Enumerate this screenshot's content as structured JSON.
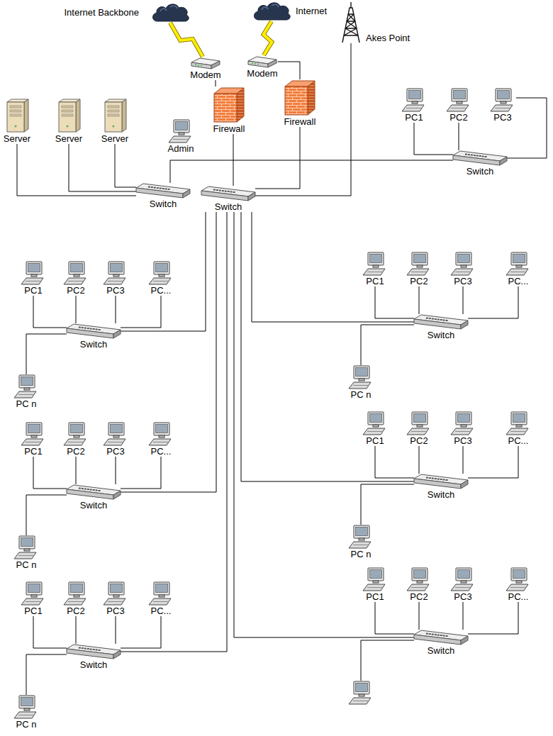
{
  "diagram": {
    "nodes": [
      {
        "text": [
          "Internet Backbone"
        ]
      },
      {
        "text": [
          "Internet"
        ]
      },
      {
        "text": [
          "Akes Point"
        ]
      },
      {
        "text": [
          "Modem"
        ]
      },
      {
        "text": [
          "Modem"
        ]
      },
      {
        "text": [
          "Firewall"
        ]
      },
      {
        "text": [
          "Firewall"
        ]
      },
      {
        "text": [
          "Admin"
        ]
      },
      {
        "text": [
          "Server"
        ]
      },
      {
        "text": [
          "Server"
        ]
      },
      {
        "text": [
          "Server"
        ]
      },
      {
        "text": [
          "Switch"
        ]
      },
      {
        "text": [
          "Switch"
        ]
      },
      {
        "text": [
          "PC1"
        ]
      },
      {
        "text": [
          "PC2"
        ]
      },
      {
        "text": [
          "PC3"
        ]
      },
      {
        "text": [
          "Switch"
        ]
      },
      {
        "text": [
          "PC1"
        ]
      },
      {
        "text": [
          "PC2"
        ]
      },
      {
        "text": [
          "PC3"
        ]
      },
      {
        "text": [
          "PC..."
        ]
      },
      {
        "text": [
          "Switch"
        ]
      },
      {
        "text": [
          "PC n"
        ]
      },
      {
        "text": [
          "PC1"
        ]
      },
      {
        "text": [
          "PC2"
        ]
      },
      {
        "text": [
          "PC3"
        ]
      },
      {
        "text": [
          "PC..."
        ]
      },
      {
        "text": [
          "Switch"
        ]
      },
      {
        "text": [
          "PC n"
        ]
      },
      {
        "text": [
          "PC1"
        ]
      },
      {
        "text": [
          "PC2"
        ]
      },
      {
        "text": [
          "PC3"
        ]
      },
      {
        "text": [
          "PC..."
        ]
      },
      {
        "text": [
          "Switch"
        ]
      },
      {
        "text": [
          "PC n"
        ]
      },
      {
        "text": [
          "PC1"
        ]
      },
      {
        "text": [
          "PC2"
        ]
      },
      {
        "text": [
          "PC3"
        ]
      },
      {
        "text": [
          "PC..."
        ]
      },
      {
        "text": [
          "Switch"
        ]
      },
      {
        "text": [
          "PC n"
        ]
      },
      {
        "text": [
          "PC1"
        ]
      },
      {
        "text": [
          "PC2"
        ]
      },
      {
        "text": [
          "PC3"
        ]
      },
      {
        "text": [
          "PC..."
        ]
      },
      {
        "text": [
          "Switch"
        ]
      },
      {
        "text": [
          "PC n"
        ]
      },
      {
        "text": [
          "PC1"
        ]
      },
      {
        "text": [
          "PC2"
        ]
      },
      {
        "text": [
          "PC3"
        ]
      },
      {
        "text": [
          "PC..."
        ]
      },
      {
        "text": [
          "Switch"
        ]
      }
    ],
    "edges": [
      {
        "from": 0,
        "to": 3,
        "arrow": "none"
      },
      {
        "from": 1,
        "to": 4,
        "arrow": "none"
      },
      {
        "from": 3,
        "to": 5,
        "arrow": "none"
      },
      {
        "from": 4,
        "to": 6,
        "arrow": "none"
      },
      {
        "from": 5,
        "to": 12,
        "arrow": "none"
      },
      {
        "from": 6,
        "to": 12,
        "arrow": "none"
      },
      {
        "from": 2,
        "to": 12,
        "arrow": "none"
      },
      {
        "from": 8,
        "to": 11,
        "arrow": "none"
      },
      {
        "from": 9,
        "to": 11,
        "arrow": "none"
      },
      {
        "from": 10,
        "to": 11,
        "arrow": "none"
      },
      {
        "from": 11,
        "to": 16,
        "arrow": "none"
      },
      {
        "from": 13,
        "to": 16,
        "arrow": "none"
      },
      {
        "from": 14,
        "to": 16,
        "arrow": "none"
      },
      {
        "from": 15,
        "to": 16,
        "arrow": "none"
      },
      {
        "from": 17,
        "to": 21,
        "arrow": "none"
      },
      {
        "from": 18,
        "to": 21,
        "arrow": "none"
      },
      {
        "from": 19,
        "to": 21,
        "arrow": "none"
      },
      {
        "from": 20,
        "to": 21,
        "arrow": "none"
      },
      {
        "from": 22,
        "to": 21,
        "arrow": "none"
      },
      {
        "from": 12,
        "to": 21,
        "arrow": "none"
      },
      {
        "from": 23,
        "to": 27,
        "arrow": "none"
      },
      {
        "from": 24,
        "to": 27,
        "arrow": "none"
      },
      {
        "from": 25,
        "to": 27,
        "arrow": "none"
      },
      {
        "from": 26,
        "to": 27,
        "arrow": "none"
      },
      {
        "from": 28,
        "to": 27,
        "arrow": "none"
      },
      {
        "from": 12,
        "to": 27,
        "arrow": "none"
      },
      {
        "from": 29,
        "to": 33,
        "arrow": "none"
      },
      {
        "from": 30,
        "to": 33,
        "arrow": "none"
      },
      {
        "from": 31,
        "to": 33,
        "arrow": "none"
      },
      {
        "from": 32,
        "to": 33,
        "arrow": "none"
      },
      {
        "from": 34,
        "to": 33,
        "arrow": "none"
      },
      {
        "from": 12,
        "to": 33,
        "arrow": "none"
      },
      {
        "from": 35,
        "to": 39,
        "arrow": "none"
      },
      {
        "from": 36,
        "to": 39,
        "arrow": "none"
      },
      {
        "from": 37,
        "to": 39,
        "arrow": "none"
      },
      {
        "from": 38,
        "to": 39,
        "arrow": "none"
      },
      {
        "from": 40,
        "to": 39,
        "arrow": "none"
      },
      {
        "from": 12,
        "to": 39,
        "arrow": "none"
      },
      {
        "from": 41,
        "to": 45,
        "arrow": "none"
      },
      {
        "from": 42,
        "to": 45,
        "arrow": "none"
      },
      {
        "from": 43,
        "to": 45,
        "arrow": "none"
      },
      {
        "from": 44,
        "to": 45,
        "arrow": "none"
      },
      {
        "from": 46,
        "to": 45,
        "arrow": "none"
      },
      {
        "from": 12,
        "to": 45,
        "arrow": "none"
      },
      {
        "from": 47,
        "to": 51,
        "arrow": "none"
      },
      {
        "from": 48,
        "to": 51,
        "arrow": "none"
      },
      {
        "from": 49,
        "to": 51,
        "arrow": "none"
      },
      {
        "from": 50,
        "to": 51,
        "arrow": "none"
      },
      {
        "from": 12,
        "to": 51,
        "arrow": "none"
      }
    ]
  }
}
